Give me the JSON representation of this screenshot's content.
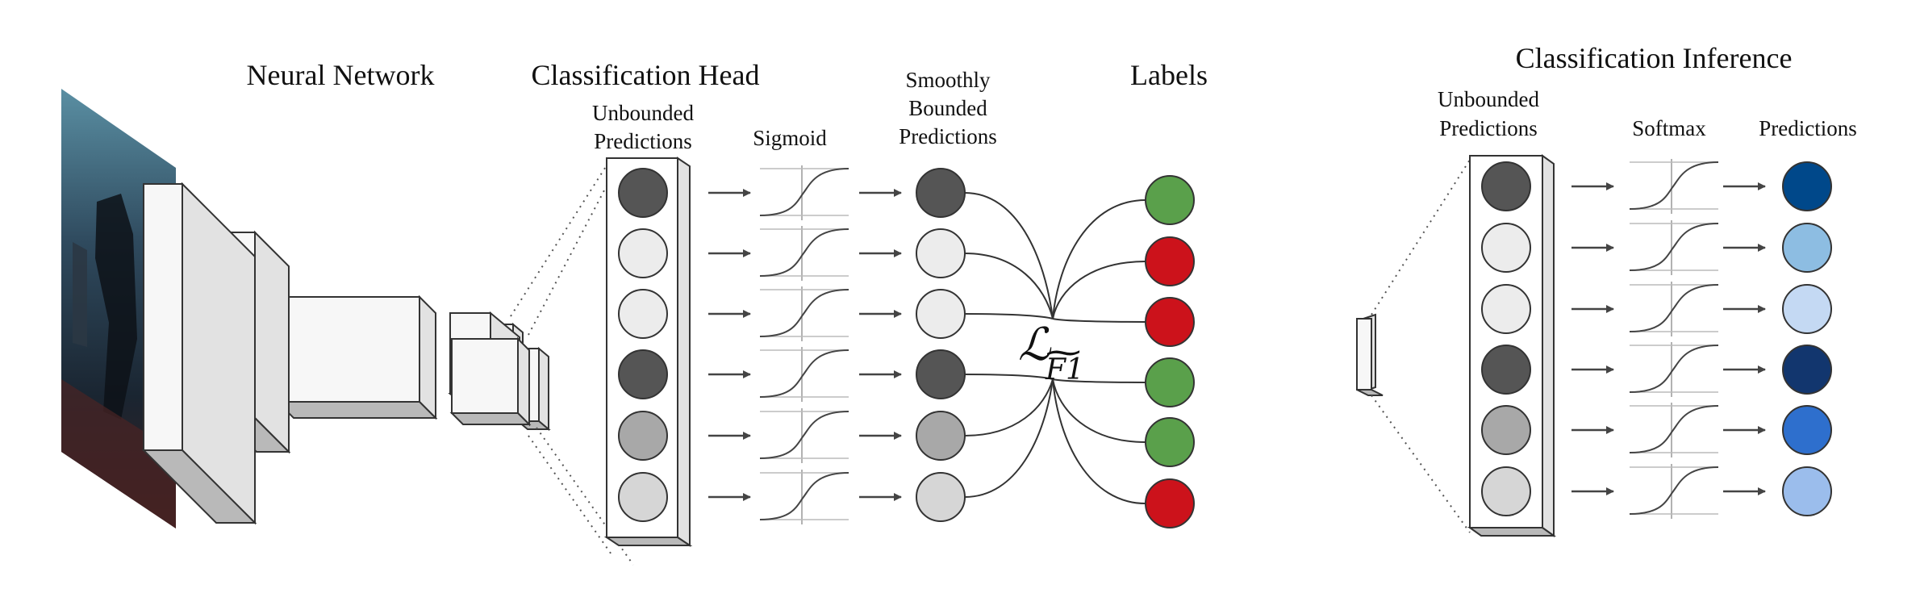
{
  "titles": {
    "neural_network": "Neural Network",
    "classification_head": "Classification Head",
    "labels": "Labels",
    "classification_inference": "Classification Inference"
  },
  "head": {
    "unbounded_line1": "Unbounded",
    "unbounded_line2": "Predictions",
    "sigmoid": "Sigmoid",
    "smooth_line1": "Smoothly",
    "smooth_line2": "Bounded",
    "smooth_line3": "Predictions",
    "unbounded_colors": [
      "#555555",
      "#ececec",
      "#ececec",
      "#555555",
      "#a8a8a8",
      "#d6d6d6"
    ],
    "smooth_colors": [
      "#555555",
      "#ececec",
      "#ececec",
      "#555555",
      "#a8a8a8",
      "#d6d6d6"
    ],
    "label_colors": [
      "#5aa04b",
      "#cc121b",
      "#cc121b",
      "#5aa04b",
      "#5aa04b",
      "#cc121b"
    ]
  },
  "loss": {
    "symbol": "ℒ",
    "subscript": "F1",
    "tilde": "~"
  },
  "inference": {
    "unbounded_line1": "Unbounded",
    "unbounded_line2": "Predictions",
    "softmax": "Softmax",
    "predictions": "Predictions",
    "unbounded_colors": [
      "#555555",
      "#ececec",
      "#ececec",
      "#555555",
      "#a8a8a8",
      "#d6d6d6"
    ],
    "prediction_colors": [
      "#00488a",
      "#8dbde2",
      "#c4d9f3",
      "#12366e",
      "#2e6fcd",
      "#9bbdec"
    ]
  },
  "colors": {
    "outline": "#333333",
    "box_front": "#f7f7f7",
    "box_side": "#e2e2e2",
    "box_bottom": "#b9b9b9",
    "poster": "#1c2a3a"
  }
}
